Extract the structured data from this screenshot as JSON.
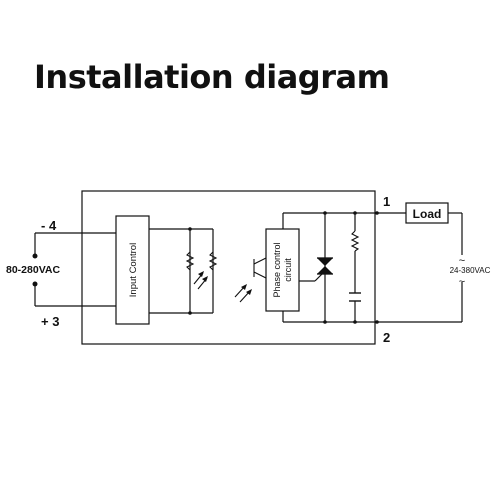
{
  "title": "Installation diagram",
  "labels": {
    "terminal_minus": "- 4",
    "terminal_plus": "+ 3",
    "input_voltage": "80-280VAC",
    "input_control": "Input Control",
    "phase_control_line1": "Phase control",
    "phase_control_line2": "circuit",
    "terminal_1": "1",
    "terminal_2": "2",
    "load": "Load",
    "output_voltage": "24-380VAC",
    "tilde": "~"
  },
  "colors": {
    "line": "#111111",
    "background": "#ffffff"
  }
}
